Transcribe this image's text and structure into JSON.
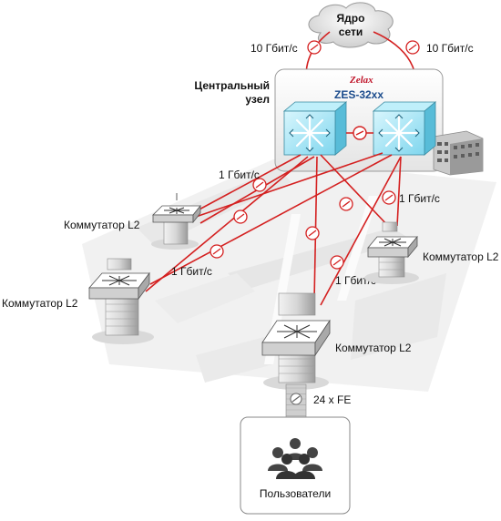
{
  "core": {
    "label_line1": "Ядро",
    "label_line2": "сети"
  },
  "uplinks": {
    "left": "10 Гбит/с",
    "right": "10 Гбит/с"
  },
  "central_node": {
    "label_line1": "Центральный",
    "label_line2": "узел",
    "logo": "Zelax",
    "model": "ZES-32xx"
  },
  "links": {
    "upper_left": "1 Гбит/с",
    "middle_left": "1 Гбит/с",
    "upper_right": "1 Гбит/с",
    "lower_right": "1 Гбит/с"
  },
  "switches": {
    "left_top": "Коммутатор L2",
    "left_bottom": "Коммутатор L2",
    "right": "Коммутатор L2",
    "bottom": "Коммутатор L2"
  },
  "access": {
    "ports": "24 x FE"
  },
  "users": {
    "label": "Пользователи"
  },
  "colors": {
    "link": "#d42020",
    "switch_face": "#a8e6f4",
    "model": "#1a4b8c"
  }
}
